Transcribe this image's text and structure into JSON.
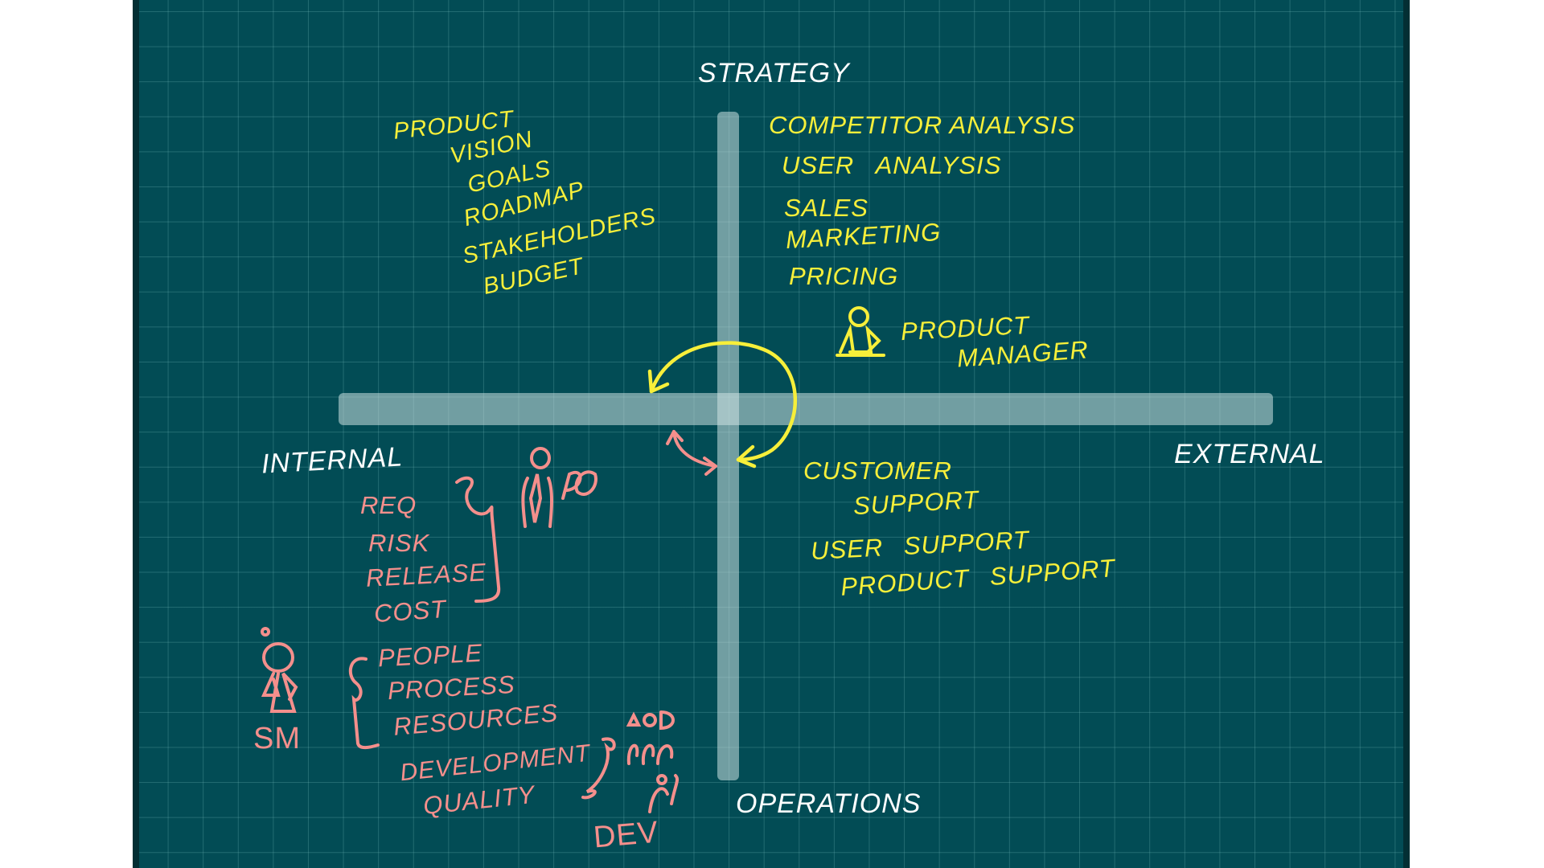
{
  "axes": {
    "top": "Strategy",
    "bottom": "Operations",
    "left": "Internal",
    "right": "External"
  },
  "strategy_internal": [
    "Product",
    "Vision",
    "Goals",
    "Roadmap",
    "Stakeholders",
    "Budget"
  ],
  "strategy_external": [
    "Competitor Analysis",
    "User Analysis",
    "Sales",
    "Marketing",
    "Pricing"
  ],
  "product_manager": [
    "Product",
    "Manager"
  ],
  "operations_external": [
    "Customer",
    "Support",
    "User Support",
    "Product Support"
  ],
  "product_owner": {
    "items": [
      "Req",
      "Risk",
      "Release",
      "Cost"
    ],
    "role": "PO"
  },
  "scrum_master": {
    "items": [
      "People",
      "Process",
      "Resources"
    ],
    "role": "SM"
  },
  "dev_team": {
    "items": [
      "Development",
      "Quality"
    ],
    "role": "Dev"
  },
  "colors": {
    "board": "#024c55",
    "strategy": "#f7ef3a",
    "operations": "#f48f8c",
    "labels": "#ffffff"
  }
}
